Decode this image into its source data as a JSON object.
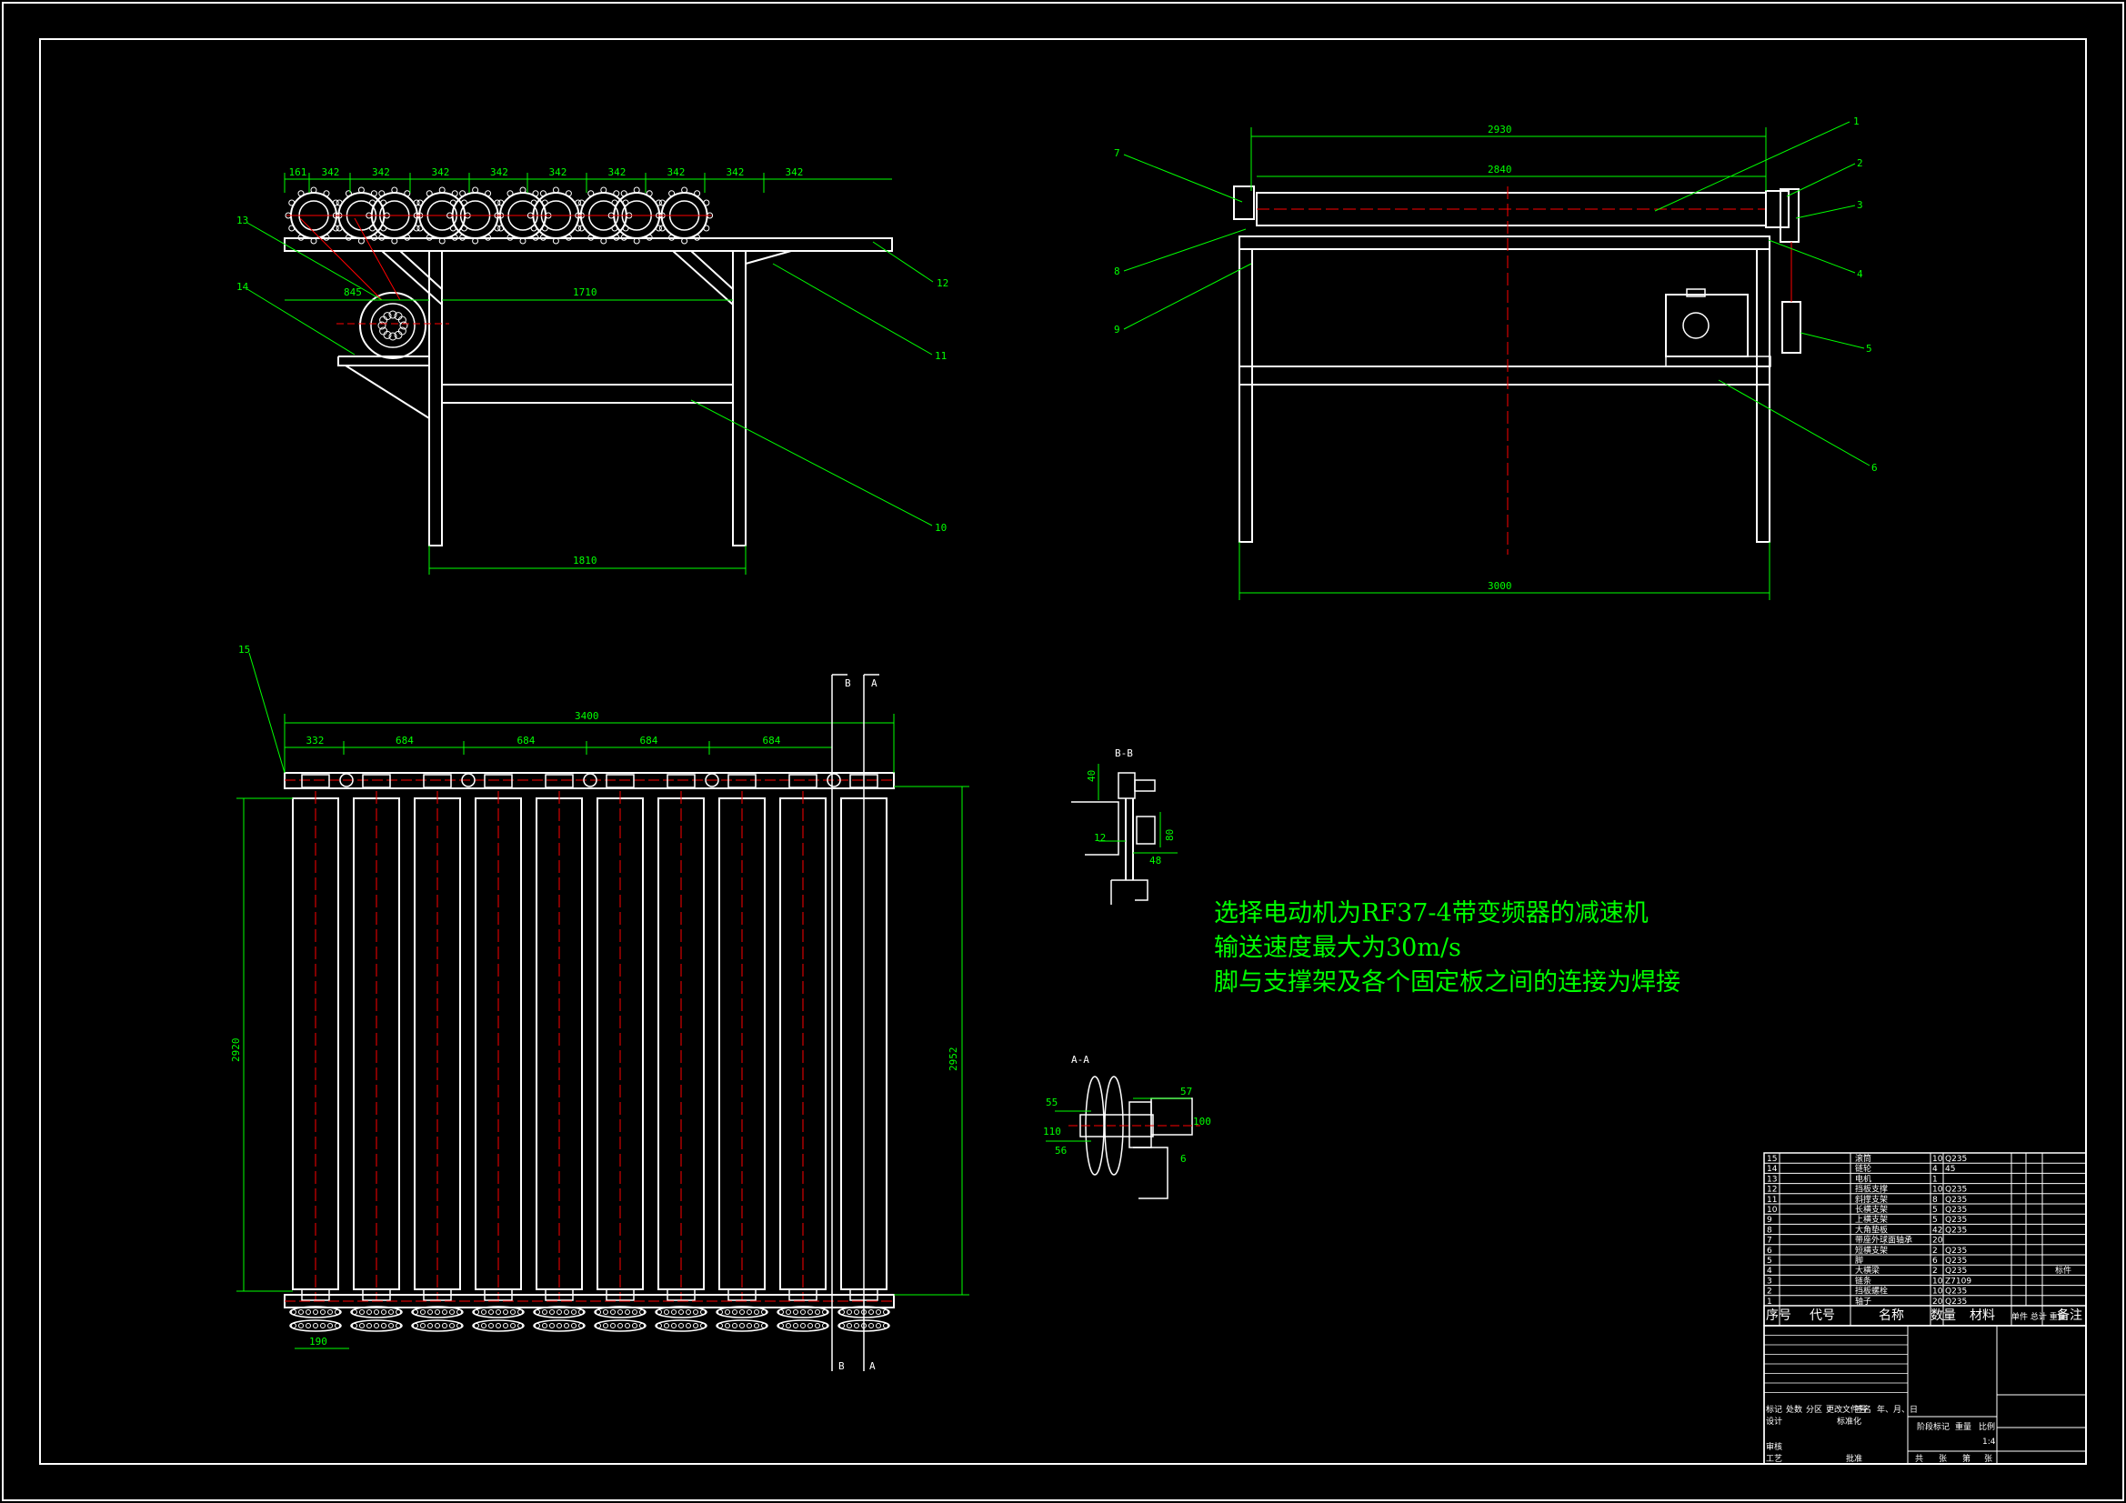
{
  "notes": [
    "选择电动机为RF37-4带变频器的减速机",
    "输送速度最大为30m/s",
    "脚与支撑架及各个固定板之间的连接为焊接"
  ],
  "front_view": {
    "top_dims": [
      "161",
      "342",
      "342",
      "342",
      "342",
      "342",
      "342",
      "342",
      "342",
      "342"
    ],
    "dim_845": "845",
    "dim_1710": "1710",
    "dim_1810": "1810",
    "balloons": [
      "13",
      "14",
      "12",
      "11",
      "10"
    ]
  },
  "side_view": {
    "dim_2930": "2930",
    "dim_2840": "2840",
    "dim_3000": "3000",
    "balloons_left": [
      "7",
      "8",
      "9"
    ],
    "balloons_right": [
      "1",
      "2",
      "3",
      "4",
      "5",
      "6"
    ]
  },
  "plan_view": {
    "dim_3400": "3400",
    "sub_dims": [
      "332",
      "684",
      "684",
      "684",
      "684"
    ],
    "dim_2920": "2920",
    "dim_2952": "2952",
    "dim_190": "190",
    "balloon": "15",
    "section_a": [
      "B",
      "B"
    ],
    "section_b": [
      "A",
      "A"
    ]
  },
  "detail_b": {
    "title": "B-B",
    "dims": [
      "40",
      "80",
      "12",
      "48"
    ]
  },
  "detail_a": {
    "title": "A-A",
    "dims": [
      "55",
      "110",
      "56",
      "57",
      "100",
      "6"
    ]
  },
  "bom": {
    "rows": [
      {
        "no": "15",
        "name": "滚筒",
        "qty": "10",
        "mat": "Q235"
      },
      {
        "no": "14",
        "name": "链轮",
        "qty": "4",
        "mat": "45"
      },
      {
        "no": "13",
        "name": "电机",
        "qty": "1",
        "mat": ""
      },
      {
        "no": "12",
        "name": "挡板支撑",
        "qty": "10",
        "mat": "Q235"
      },
      {
        "no": "11",
        "name": "斜撑支架",
        "qty": "8",
        "mat": "Q235"
      },
      {
        "no": "10",
        "name": "长横支架",
        "qty": "5",
        "mat": "Q235"
      },
      {
        "no": "9",
        "name": "上横支架",
        "qty": "5",
        "mat": "Q235"
      },
      {
        "no": "8",
        "name": "大角垫板",
        "qty": "42",
        "mat": "Q235"
      },
      {
        "no": "7",
        "name": "带座外球面轴承",
        "qty": "20",
        "mat": ""
      },
      {
        "no": "6",
        "name": "短横支架",
        "qty": "2",
        "mat": "Q235"
      },
      {
        "no": "5",
        "name": "脚",
        "qty": "6",
        "mat": "Q235"
      },
      {
        "no": "4",
        "name": "大横梁",
        "qty": "2",
        "mat": "Q235"
      },
      {
        "no": "3",
        "name": "链条",
        "qty": "10",
        "mat": "Z7109"
      },
      {
        "no": "2",
        "name": "挡板螺栓",
        "qty": "10",
        "mat": "Q235"
      },
      {
        "no": "1",
        "name": "轴子",
        "qty": "20",
        "mat": "Q235"
      }
    ],
    "side_note": "标件",
    "headers": [
      "序号",
      "代号",
      "名称",
      "数量",
      "材料",
      "单件 总计 重量",
      "备注"
    ]
  },
  "title_block": {
    "row1": [
      "标记",
      "处数",
      "分区",
      "更改文件号",
      "签名",
      "年、月、日"
    ],
    "row2": [
      "设计",
      "",
      "标准化"
    ],
    "row3": [
      "审核",
      ""
    ],
    "row4": [
      "工艺",
      "",
      "批准"
    ],
    "mid_labels": [
      "阶段标记",
      "重量",
      "比例"
    ],
    "scale": "1:4",
    "sheet_row": [
      "共",
      "张",
      "第",
      "张"
    ]
  },
  "colors": {
    "line": "#ffffff",
    "dim": "#00ff00",
    "center": "#ff0000",
    "background": "#000000"
  }
}
